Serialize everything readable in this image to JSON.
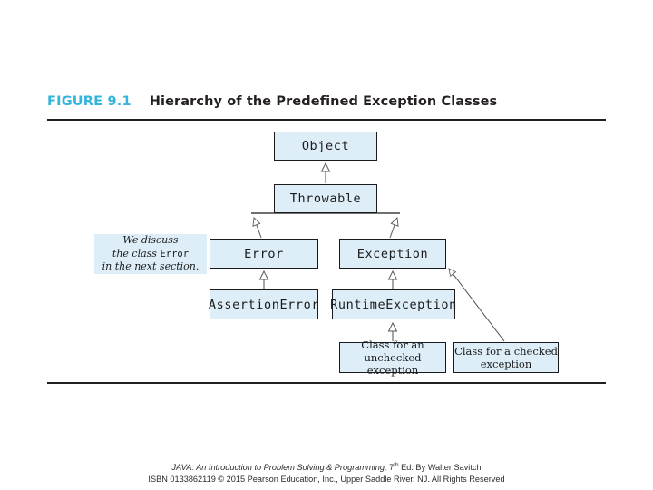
{
  "figure": {
    "number": "FIGURE 9.1",
    "title": "Hierarchy of the Predefined Exception Classes",
    "accent_color": "#35b4dd",
    "node_fill_color": "#ddeef8",
    "node_border_color": "#1b1b1b",
    "rule_color": "#231f20"
  },
  "diagram": {
    "type": "class-hierarchy",
    "nodes": [
      {
        "id": "object",
        "label": "Object",
        "style": "mono"
      },
      {
        "id": "throwable",
        "label": "Throwable",
        "style": "mono"
      },
      {
        "id": "error",
        "label": "Error",
        "style": "mono"
      },
      {
        "id": "exception",
        "label": "Exception",
        "style": "mono"
      },
      {
        "id": "assertionerror",
        "label": "AssertionError",
        "style": "mono"
      },
      {
        "id": "runtimeexception",
        "label": "RuntimeException",
        "style": "mono"
      },
      {
        "id": "unchecked",
        "label": "Class for an unchecked exception",
        "style": "serif"
      },
      {
        "id": "checked",
        "label": "Class for a checked exception",
        "style": "serif"
      }
    ],
    "edges": [
      {
        "from": "throwable",
        "to": "object"
      },
      {
        "from": "error",
        "to": "throwable"
      },
      {
        "from": "exception",
        "to": "throwable"
      },
      {
        "from": "assertionerror",
        "to": "error"
      },
      {
        "from": "runtimeexception",
        "to": "exception"
      },
      {
        "from": "unchecked",
        "to": "runtimeexception"
      },
      {
        "from": "checked",
        "to": "exception"
      }
    ],
    "note": {
      "line1": "We discuss",
      "line2_pre": "the class ",
      "line2_code": "Error",
      "line3": "in the next section."
    }
  },
  "footer": {
    "line1_italic": "JAVA: An Introduction to Problem Solving & Programming,",
    "line1_edition_number": "7",
    "line1_edition_suffix": "th",
    "line1_rest": "Ed. By Walter Savitch",
    "line2": "ISBN 0133862119 © 2015 Pearson Education, Inc., Upper Saddle River, NJ. All Rights Reserved"
  }
}
